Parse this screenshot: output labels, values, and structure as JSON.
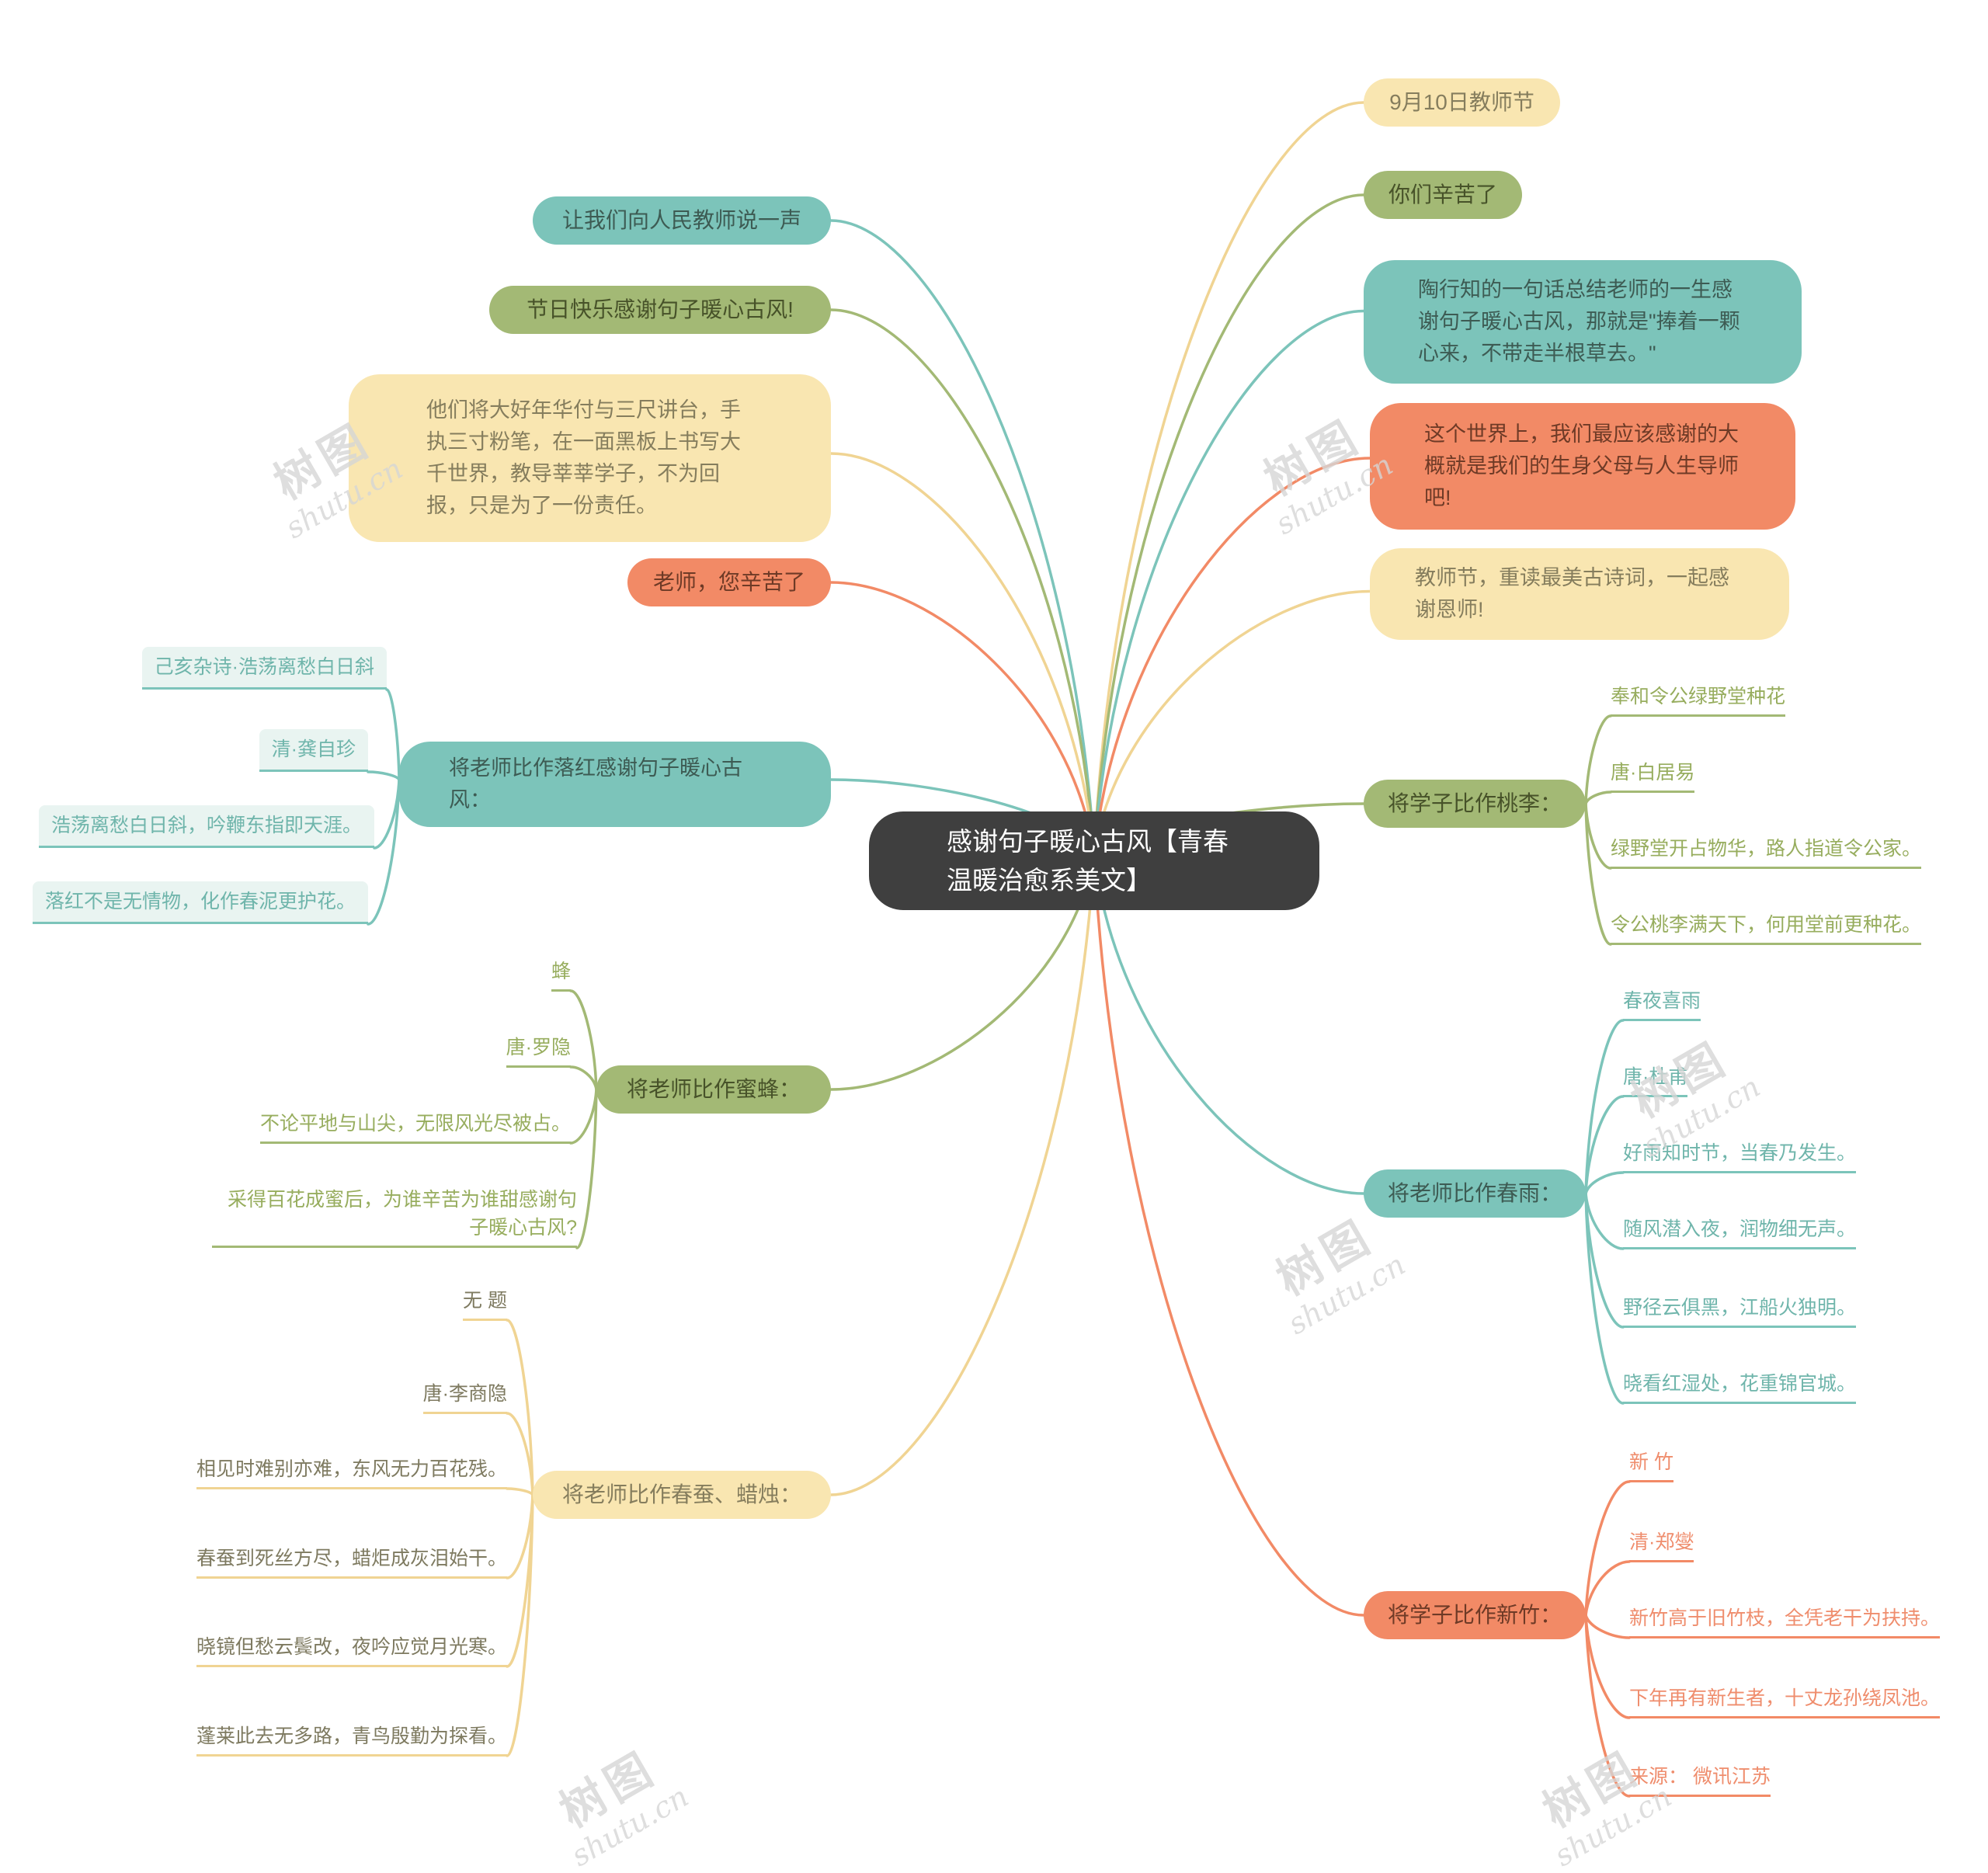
{
  "central": {
    "label": "感谢句子暖心古风【青春温暖治愈系美文】"
  },
  "watermark": {
    "brand": "树图",
    "site": "shutu.cn"
  },
  "palette": {
    "teal": "#7CC4BA",
    "green": "#A3B975",
    "cream": "#F9E6B1",
    "orange": "#F28A66",
    "line_cream": "#F0D493",
    "center_bg": "#3F3F3F",
    "center_text": "#FFFFFF",
    "text_on_teal": "#3D5B53",
    "text_on_green": "#475229",
    "text_on_cream": "#857D5D",
    "text_on_orange": "#6E3A26",
    "leaf_teal": "#6FB5AB",
    "leaf_green": "#97AD5E",
    "leaf_cream": "#7E7A60",
    "leaf_orange": "#EF8D6D",
    "leaf_filled_bg": "#E9F4F1",
    "watermark": "#D6D6D6"
  },
  "branches": [
    {
      "id": "speak-to-teachers",
      "color": "teal",
      "label": "让我们向人民教师说一声",
      "children": []
    },
    {
      "id": "happy-teachers-day",
      "color": "green",
      "label": "节日快乐感谢句子暖心古风!",
      "children": []
    },
    {
      "id": "devotion",
      "color": "cream",
      "label": "他们将大好年华付与三尺讲台，手执三寸粉笔，在一面黑板上书写大千世界，教导莘莘学子，不为回报，只是为了一份责任。",
      "children": []
    },
    {
      "id": "teacher-thanks",
      "color": "orange",
      "label": "老师，您辛苦了",
      "children": []
    },
    {
      "id": "teacher-as-fallen-petals",
      "color": "teal",
      "label": "将老师比作落红感谢句子暖心古风：",
      "children": [
        "己亥杂诗·浩荡离愁白日斜",
        "清·龚自珍",
        "浩荡离愁白日斜，吟鞭东指即天涯。",
        "落红不是无情物，化作春泥更护花。"
      ]
    },
    {
      "id": "teacher-as-bee",
      "color": "green",
      "label": "将老师比作蜜蜂：",
      "children": [
        "蜂",
        "唐·罗隐",
        "不论平地与山尖，无限风光尽被占。",
        "采得百花成蜜后，为谁辛苦为谁甜感谢句子暖心古风?"
      ]
    },
    {
      "id": "teacher-as-silkworm-candle",
      "color": "cream",
      "label": "将老师比作春蚕、蜡烛：",
      "children": [
        "无 题",
        "唐·李商隐",
        "相见时难别亦难，东风无力百花残。",
        "春蚕到死丝方尽，蜡炬成灰泪始干。",
        "晓镜但愁云鬓改，夜吟应觉月光寒。",
        "蓬莱此去无多路，青鸟殷勤为探看。"
      ]
    },
    {
      "id": "september-10-teachers-day",
      "color": "cream",
      "label": "9月10日教师节",
      "children": []
    },
    {
      "id": "you-worked-hard",
      "color": "green",
      "label": "你们辛苦了",
      "children": []
    },
    {
      "id": "tao-xingzhi-quote",
      "color": "teal",
      "label": "陶行知的一句话总结老师的一生感谢句子暖心古风，那就是\"捧着一颗心来，不带走半根草去。\"",
      "children": []
    },
    {
      "id": "gratitude-parents-mentors",
      "color": "orange",
      "label": "这个世界上，我们最应该感谢的大概就是我们的生身父母与人生导师吧!",
      "children": []
    },
    {
      "id": "reread-ancient-poems",
      "color": "cream",
      "label": "教师节，重读最美古诗词，一起感谢恩师!",
      "children": []
    },
    {
      "id": "students-as-peach-plum",
      "color": "green",
      "label": "将学子比作桃李：",
      "children": [
        "奉和令公绿野堂种花",
        "唐·白居易",
        "绿野堂开占物华，路人指道令公家。",
        "令公桃李满天下，何用堂前更种花。"
      ]
    },
    {
      "id": "teacher-as-spring-rain",
      "color": "teal",
      "label": "将老师比作春雨：",
      "children": [
        "春夜喜雨",
        "唐·杜甫",
        "好雨知时节，当春乃发生。",
        "随风潜入夜，润物细无声。",
        "野径云俱黑，江船火独明。",
        "晓看红湿处，花重锦官城。"
      ]
    },
    {
      "id": "students-as-new-bamboo",
      "color": "orange",
      "label": "将学子比作新竹：",
      "children": [
        "新 竹",
        "清·郑燮",
        "新竹高于旧竹枝，全凭老干为扶持。",
        "下年再有新生者，十丈龙孙绕凤池。",
        "来源： 微讯江苏"
      ]
    }
  ]
}
